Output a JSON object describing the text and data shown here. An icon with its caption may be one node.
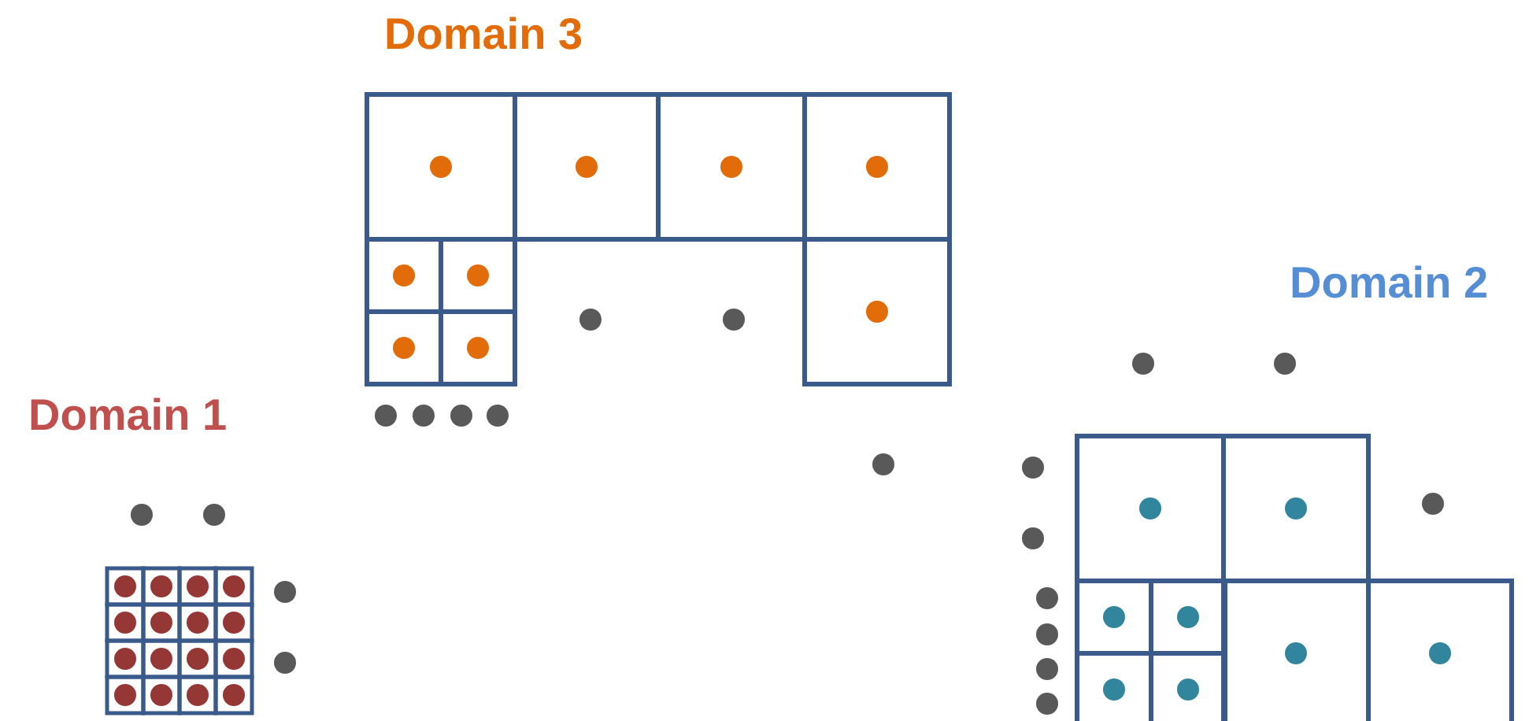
{
  "diagram": {
    "labels": [
      "Domain 3",
      "Domain 2",
      "Domain 1"
    ]
  }
}
